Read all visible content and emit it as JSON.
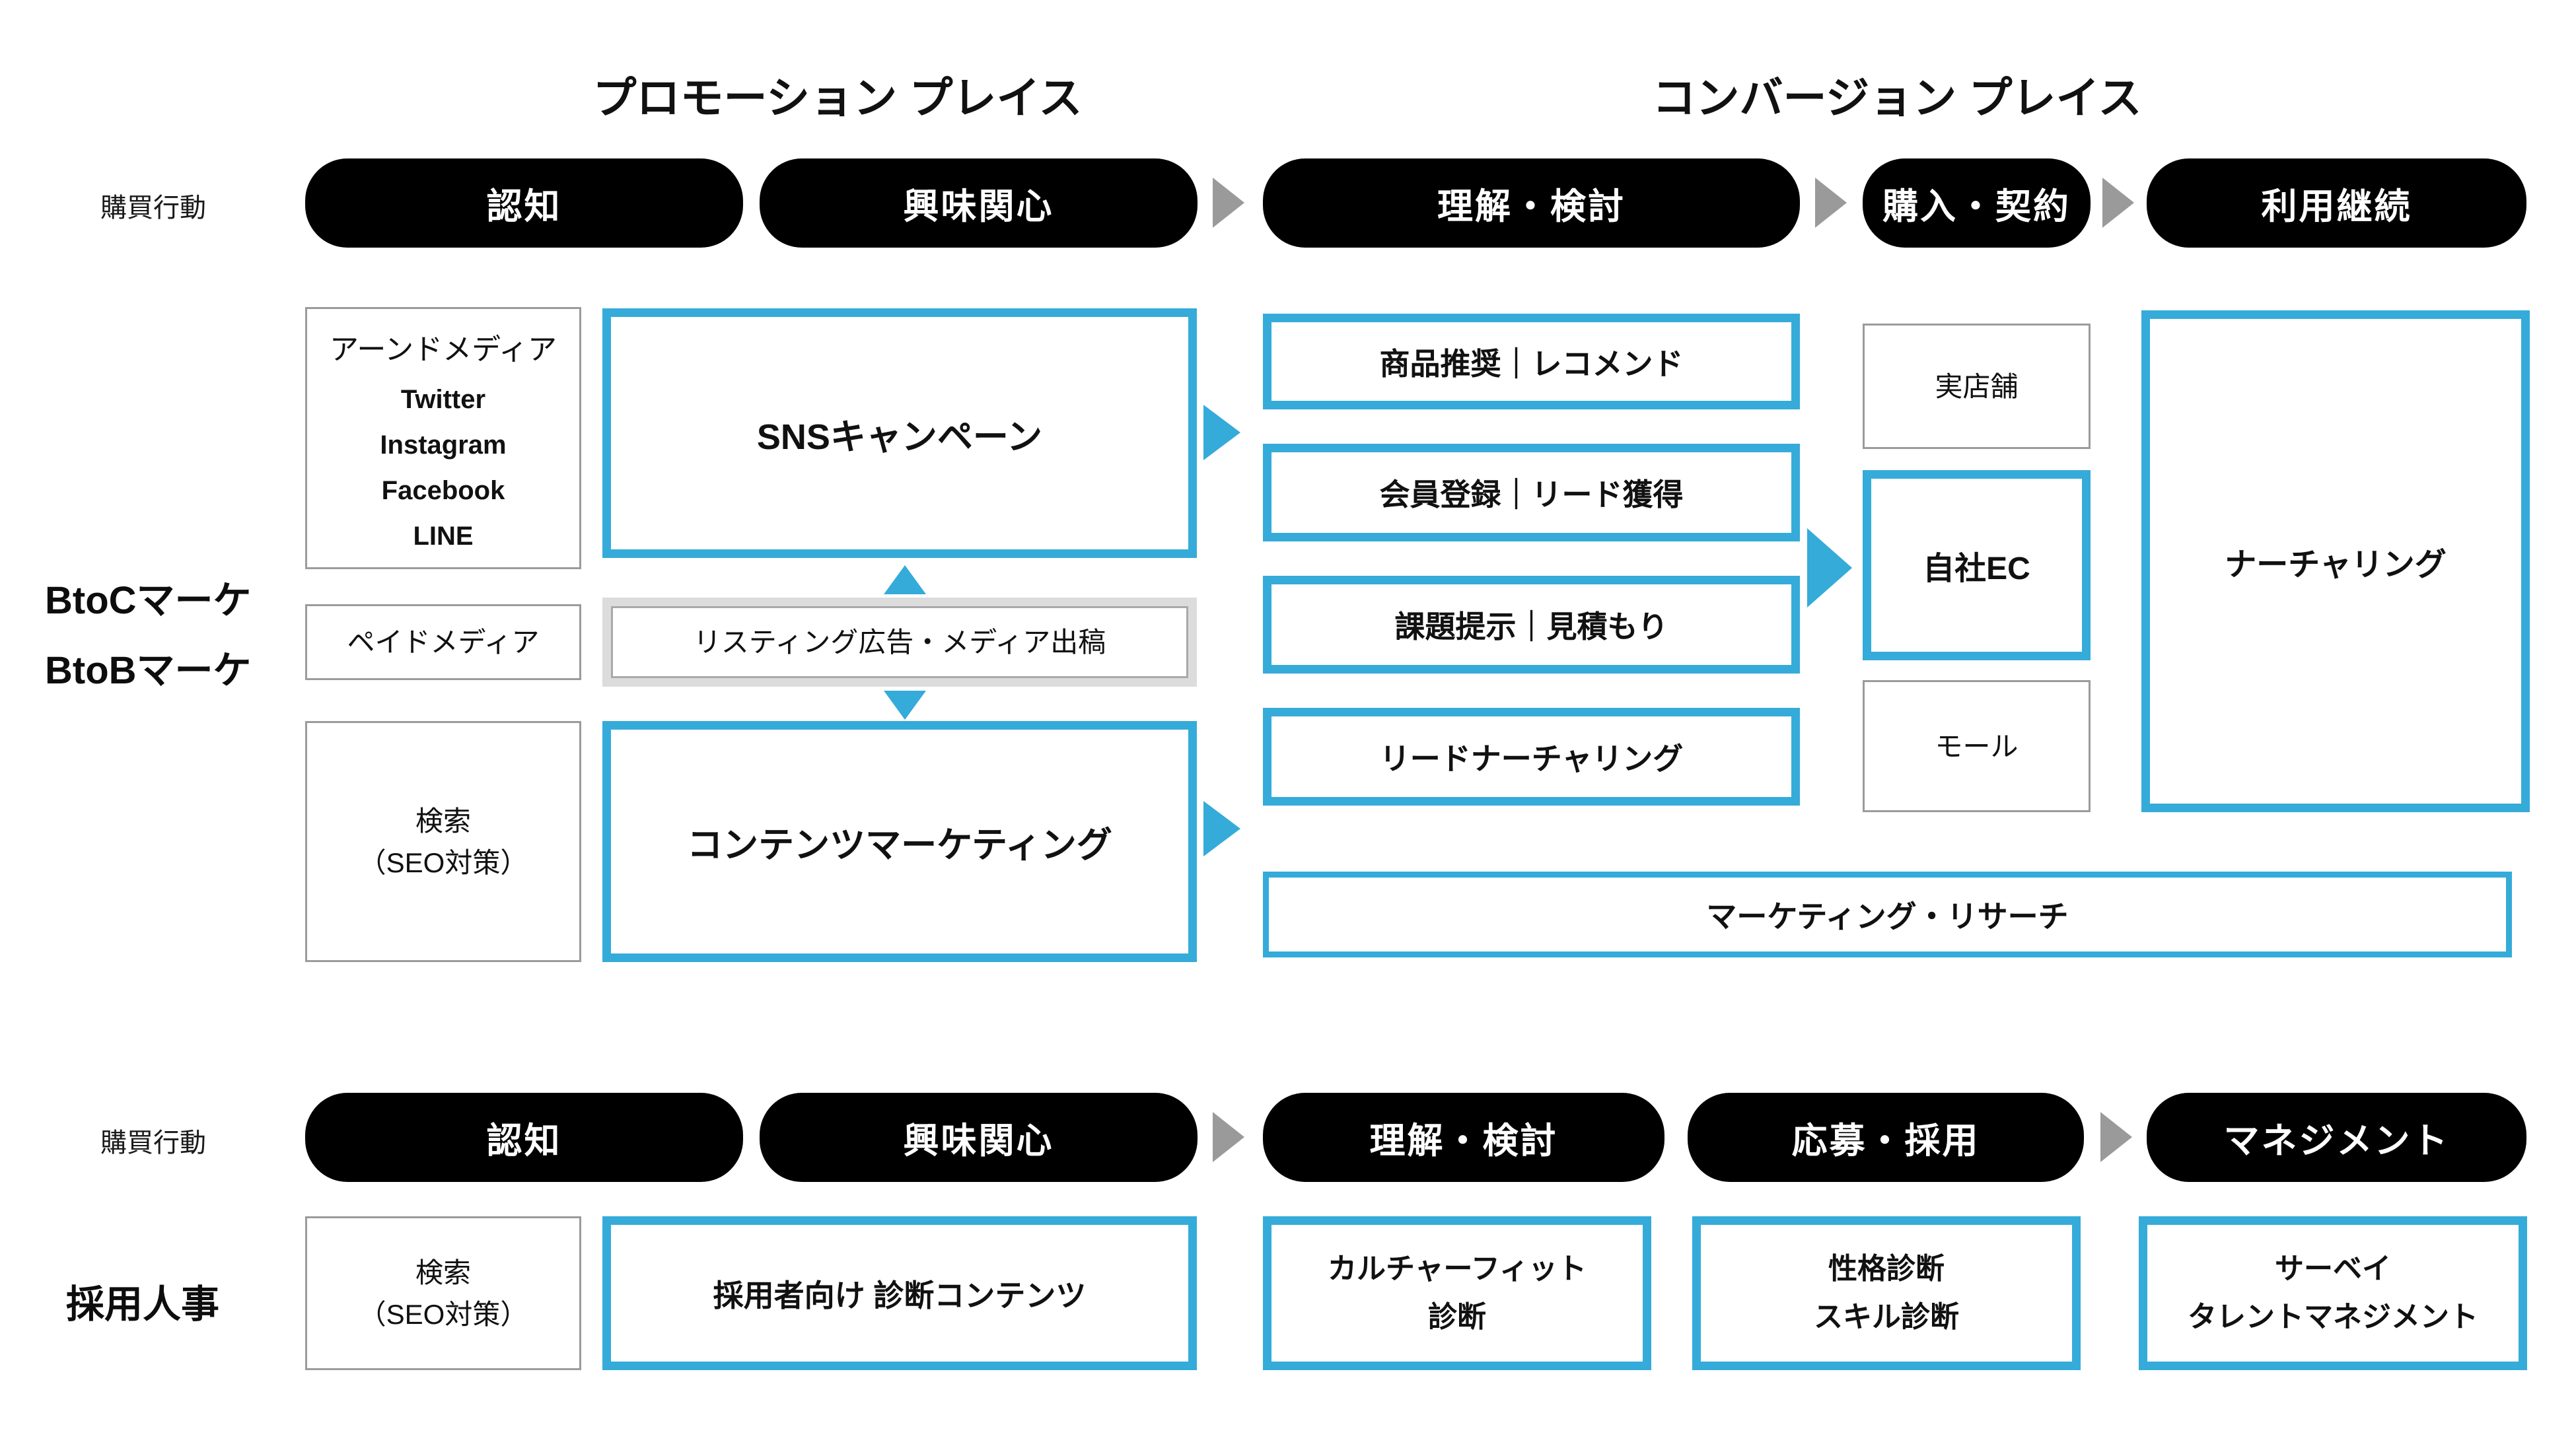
{
  "colors": {
    "accent_cyan": "#35abd9",
    "stage_pill_bg": "#000000",
    "stage_pill_text": "#ffffff",
    "flow_arrow_gray": "#9a9a9a",
    "neutral_box_border": "#9b9b9b",
    "listing_box_border": "#dcdcdc"
  },
  "headers": {
    "promotion": "プロモーション プレイス",
    "conversion": "コンバージョン プレイス"
  },
  "sections": {
    "marketing": {
      "row_label": "購買行動",
      "side_label_1": "BtoCマーケ",
      "side_label_2": "BtoBマーケ",
      "stages": [
        "認知",
        "興味関心",
        "理解・検討",
        "購入・契約",
        "利用継続"
      ],
      "boxes": {
        "earned_media": {
          "title": "アーンドメディア",
          "items": [
            "Twitter",
            "Instagram",
            "Facebook",
            "LINE"
          ]
        },
        "sns_campaign": "SNSキャンペーン",
        "paid_media": "ペイドメディア",
        "listing_ads": "リスティング広告・メディア出稿",
        "search_seo": {
          "line1": "検索",
          "line2": "（SEO対策）"
        },
        "content_marketing": "コンテンツマーケティング",
        "recommend": "商品推奨｜レコメンド",
        "lead_capture": "会員登録｜リード獲得",
        "proposal": "課題提示｜見積もり",
        "lead_nurturing": "リードナーチャリング",
        "research": "マーケティング・リサーチ",
        "store": "実店舗",
        "own_ec": "自社EC",
        "mall": "モール",
        "nurturing": "ナーチャリング"
      }
    },
    "recruiting": {
      "row_label": "購買行動",
      "side_label": "採用人事",
      "stages": [
        "認知",
        "興味関心",
        "理解・検討",
        "応募・採用",
        "マネジメント"
      ],
      "boxes": {
        "search_seo": {
          "line1": "検索",
          "line2": "（SEO対策）"
        },
        "diagnostic_content": "採用者向け 診断コンテンツ",
        "culture_fit": {
          "line1": "カルチャーフィット",
          "line2": "診断"
        },
        "personality": {
          "line1": "性格診断",
          "line2": "スキル診断"
        },
        "survey": {
          "line1": "サーベイ",
          "line2": "タレントマネジメント"
        }
      }
    }
  }
}
